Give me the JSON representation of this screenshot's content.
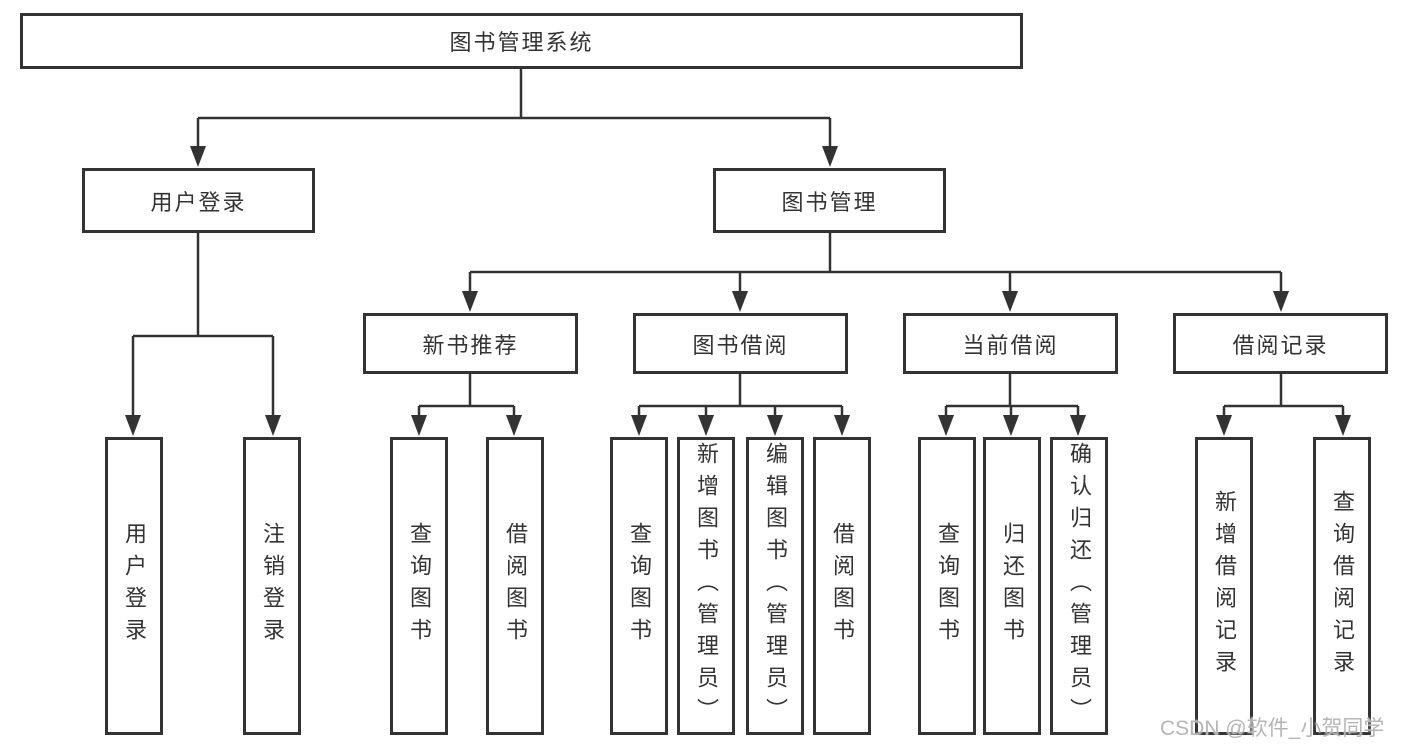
{
  "title": {
    "label": "图书管理系统"
  },
  "branches": {
    "user_login": {
      "label": "用户登录",
      "children": [
        "用户登录",
        "注销登录"
      ]
    },
    "book_management": {
      "label": "图书管理",
      "sections": [
        {
          "label": "新书推荐",
          "children": [
            "查询图书",
            "借阅图书"
          ]
        },
        {
          "label": "图书借阅",
          "children": [
            "查询图书",
            "新增图书（管理员）",
            "编辑图书（管理员）",
            "借阅图书"
          ]
        },
        {
          "label": "当前借阅",
          "children": [
            "查询图书",
            "归还图书",
            "确认归还（管理员）"
          ]
        },
        {
          "label": "借阅记录",
          "children": [
            "新增借阅记录",
            "查询借阅记录"
          ]
        }
      ]
    }
  },
  "watermark": {
    "text": "CSDN @软件_小贺同学"
  },
  "colors": {
    "line": "#333333",
    "box_background": "#ffffff",
    "text": "#333333",
    "watermark": "#b5b5b5"
  }
}
